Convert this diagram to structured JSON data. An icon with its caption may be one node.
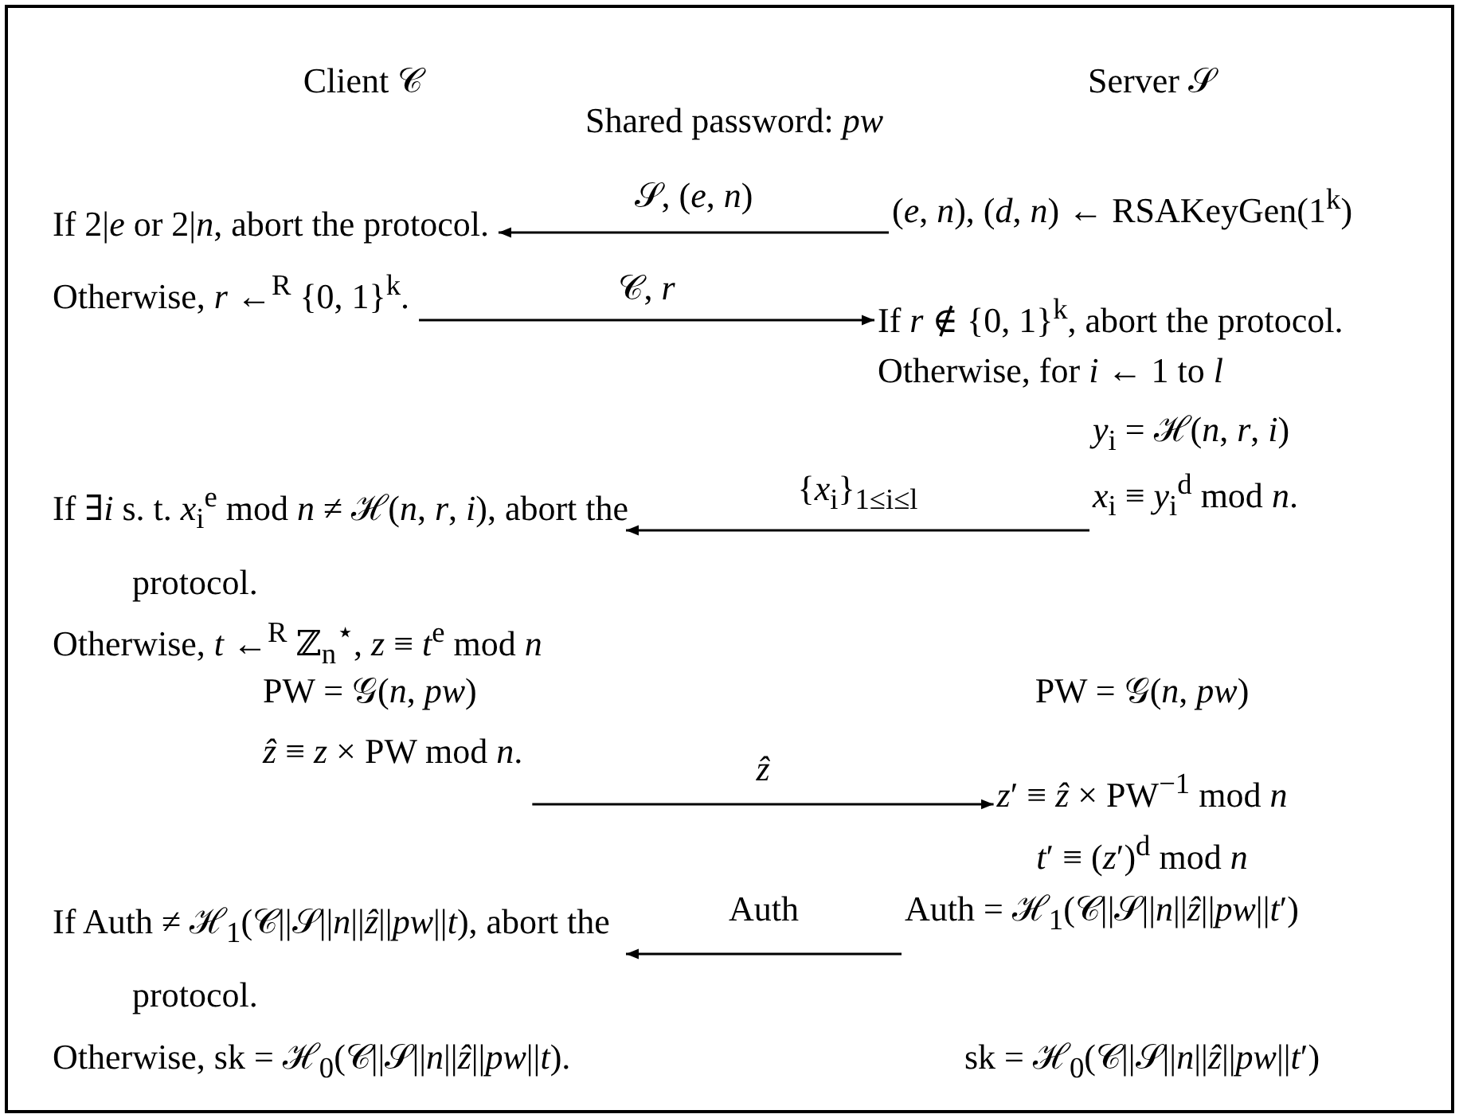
{
  "diagram": {
    "nodes": [
      {
        "text": [
          "If 2|*e* or 2|*n*, abort the protocol."
        ]
      },
      {
        "text": [
          "(*e*, *n*), (*d*, *n*) ← RSAKeyGen(1$^{k}$)"
        ]
      },
      {
        "text": [
          "Otherwise, *r* ←$^{R}$ {0, 1}$^{k}$."
        ]
      },
      {
        "text": [
          "If *r* ∉ {0, 1}$^{k}$, abort the protocol."
        ]
      },
      {
        "text": [
          "If ∃*i* s. t. *x*$_{i}$$^{e}$ mod *n* ≠ ℋ(*n*, *r*, *i*), abort the protocol."
        ]
      },
      {
        "text": [
          "*x*$_{i}$ ≡ *y*$_{i}$$^{d}$ mod *n*."
        ]
      },
      {
        "text": [
          "*ẑ* ≡ *z* × PW mod *n*."
        ]
      },
      {
        "text": [
          "*z*′ ≡ *ẑ* × PW$^{−1}$ mod *n*"
        ]
      },
      {
        "text": [
          "If Auth ≠ ℋ$_{1}$(𝒞||𝒮||*n*||*ẑ*||*pw*||*t*), abort the protocol."
        ]
      },
      {
        "text": [
          "Auth = ℋ$_{1}$(𝒞||𝒮||*n*||*ẑ*||*pw*||*t*′)"
        ]
      }
    ],
    "edges": [
      {
        "from": 1,
        "to": 0,
        "arrow": "to",
        "label": "𝒮, (*e*, *n*)"
      },
      {
        "from": 2,
        "to": 3,
        "arrow": "to",
        "label": "𝒞, *r*"
      },
      {
        "from": 5,
        "to": 4,
        "arrow": "to",
        "label": "{*x*$_{i}$}$_{1≤i≤l}$"
      },
      {
        "from": 6,
        "to": 7,
        "arrow": "to",
        "label": "*ẑ*"
      },
      {
        "from": 9,
        "to": 8,
        "arrow": "to",
        "label": "Auth"
      }
    ],
    "labels": [
      "Client 𝒞",
      "Server 𝒮",
      "Shared password: *pw*",
      "Otherwise, for *i* ← 1 to *l*",
      "*y*$_{i}$ = ℋ(*n*, *r*, *i*)",
      "Otherwise, *t* ←$^{R}$ ℤ$_{n}$$^{⋆}$, *z* ≡ *t*$^{e}$ mod *n*",
      "PW = 𝒢(*n*, *pw*)",
      "PW = 𝒢(*n*, *pw*)",
      "*t*′ ≡ (*z*′)$^{d}$ mod *n*",
      "Otherwise, sk = ℋ$_{0}$(𝒞||𝒮||*n*||*ẑ*||*pw*||*t*).",
      "sk = ℋ$_{0}$(𝒞||𝒮||*n*||*ẑ*||*pw*||*t*′)"
    ]
  }
}
